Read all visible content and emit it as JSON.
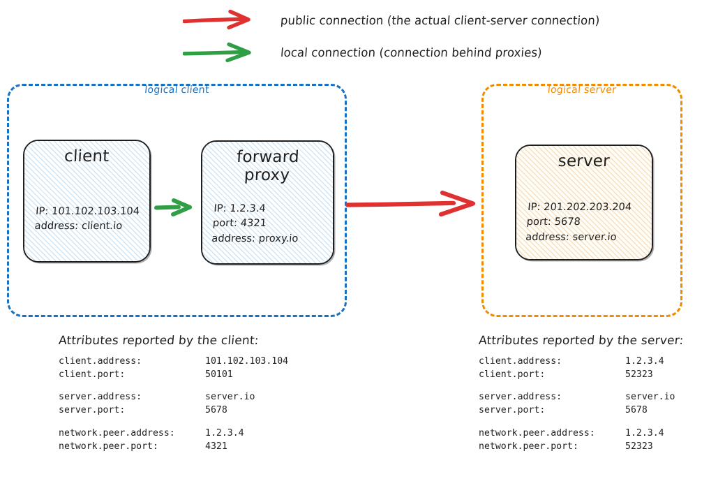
{
  "legend": {
    "items": [
      {
        "icon": "red-arrow-icon",
        "color": "#e03131",
        "label": "public connection (the actual client-server connection)"
      },
      {
        "icon": "green-arrow-icon",
        "color": "#2f9e44",
        "label": "local connection (connection behind proxies)"
      }
    ]
  },
  "logical_client": {
    "title": "logical client",
    "border_color": "#1971c2",
    "nodes": {
      "client": {
        "title": "client",
        "lines": [
          "IP: 101.102.103.104",
          "address: client.io"
        ]
      },
      "proxy": {
        "title_line1": "forward",
        "title_line2": "proxy",
        "lines": [
          "IP: 1.2.3.4",
          "port: 4321",
          "address: proxy.io"
        ]
      }
    }
  },
  "logical_server": {
    "title": "logical server",
    "border_color": "#f08c00",
    "nodes": {
      "server": {
        "title": "server",
        "lines": [
          "IP: 201.202.203.204",
          "port: 5678",
          "address: server.io"
        ]
      }
    }
  },
  "arrows": {
    "local_client_to_proxy": {
      "icon": "green-arrow-icon",
      "color": "#2f9e44"
    },
    "public_client_to_server": {
      "icon": "red-arrow-icon",
      "color": "#e03131"
    }
  },
  "attributes_client": {
    "heading": "Attributes reported by the client:",
    "groups": [
      [
        {
          "key": "client.address:",
          "value": "101.102.103.104"
        },
        {
          "key": "client.port:",
          "value": "50101"
        }
      ],
      [
        {
          "key": "server.address:",
          "value": "server.io"
        },
        {
          "key": "server.port:",
          "value": "5678"
        }
      ],
      [
        {
          "key": "network.peer.address:",
          "value": "1.2.3.4"
        },
        {
          "key": "network.peer.port:",
          "value": "4321"
        }
      ]
    ]
  },
  "attributes_server": {
    "heading": "Attributes reported by the server:",
    "groups": [
      [
        {
          "key": "client.address:",
          "value": "1.2.3.4"
        },
        {
          "key": "client.port:",
          "value": "52323"
        }
      ],
      [
        {
          "key": "server.address:",
          "value": "server.io"
        },
        {
          "key": "server.port:",
          "value": "5678"
        }
      ],
      [
        {
          "key": "network.peer.address:",
          "value": "1.2.3.4"
        },
        {
          "key": "network.peer.port:",
          "value": "52323"
        }
      ]
    ]
  }
}
